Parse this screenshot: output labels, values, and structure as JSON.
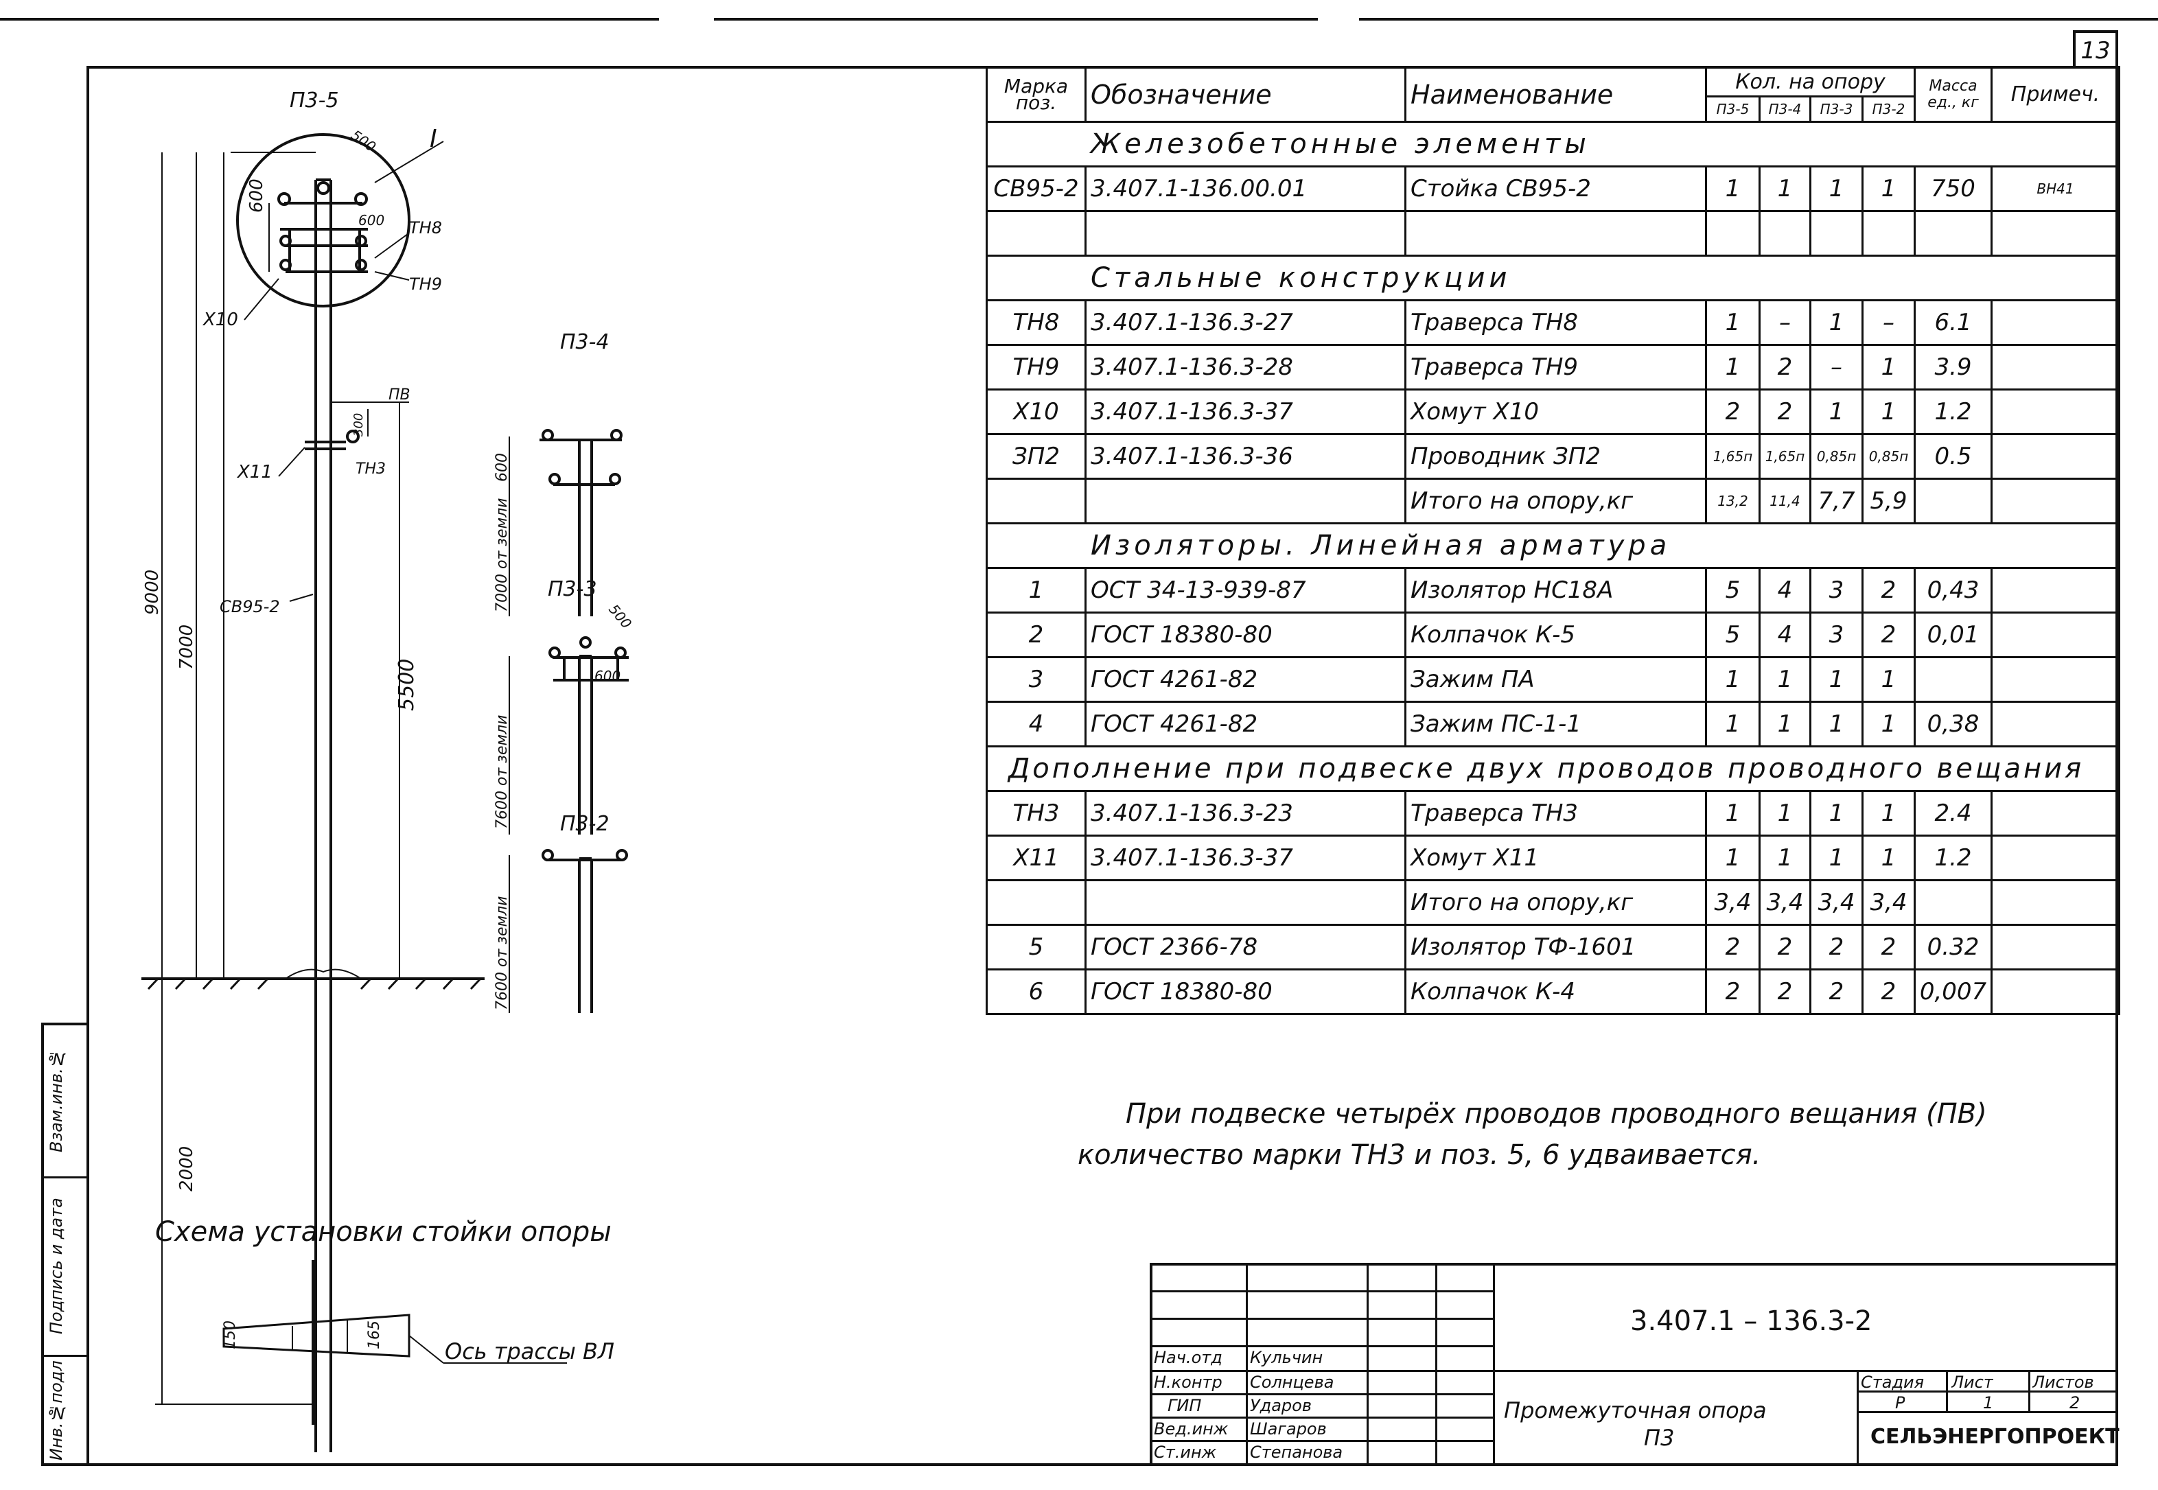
{
  "sheet_number": "13",
  "table": {
    "headers": {
      "mark": "Марка поз.",
      "designation": "Обозначение",
      "name": "Наименование",
      "qty": "Кол. на опору",
      "mass": "Масса ед., кг",
      "note": "Примеч."
    },
    "qty_columns": [
      "П3-5",
      "П3-4",
      "П3-3",
      "П3-2"
    ],
    "sections": [
      {
        "title": "Железобетонные элементы",
        "full": false,
        "rows": [
          {
            "mark": "СВ95-2",
            "designation": "3.407.1-136.00.01",
            "name": "Стойка СВ95-2",
            "q1": "1",
            "q2": "1",
            "q3": "1",
            "q4": "1",
            "mass": "750",
            "note": "ВН41"
          },
          {
            "mark": "",
            "designation": "",
            "name": "",
            "q1": "",
            "q2": "",
            "q3": "",
            "q4": "",
            "mass": "",
            "note": ""
          }
        ]
      },
      {
        "title": "Стальные конструкции",
        "full": false,
        "rows": [
          {
            "mark": "ТН8",
            "designation": "3.407.1-136.3-27",
            "name": "Траверса ТН8",
            "q1": "1",
            "q2": "–",
            "q3": "1",
            "q4": "–",
            "mass": "6.1",
            "note": ""
          },
          {
            "mark": "ТН9",
            "designation": "3.407.1-136.3-28",
            "name": "Траверса ТН9",
            "q1": "1",
            "q2": "2",
            "q3": "–",
            "q4": "1",
            "mass": "3.9",
            "note": ""
          },
          {
            "mark": "Х10",
            "designation": "3.407.1-136.3-37",
            "name": "Хомут Х10",
            "q1": "2",
            "q2": "2",
            "q3": "1",
            "q4": "1",
            "mass": "1.2",
            "note": ""
          },
          {
            "mark": "ЗП2",
            "designation": "3.407.1-136.3-36",
            "name": "Проводник ЗП2",
            "q1": "1,65п",
            "q2": "1,65п",
            "q3": "0,85п",
            "q4": "0,85п",
            "mass": "0.5",
            "note": ""
          },
          {
            "mark": "",
            "designation": "",
            "name": "Итого на опору,кг",
            "q1": "13,2",
            "q2": "11,4",
            "q3": "7,7",
            "q4": "5,9",
            "mass": "",
            "note": ""
          }
        ]
      },
      {
        "title": "Изоляторы. Линейная арматура",
        "full": false,
        "rows": [
          {
            "mark": "1",
            "designation": "ОСТ 34-13-939-87",
            "name": "Изолятор НС18А",
            "q1": "5",
            "q2": "4",
            "q3": "3",
            "q4": "2",
            "mass": "0,43",
            "note": ""
          },
          {
            "mark": "2",
            "designation": "ГОСТ 18380-80",
            "name": "Колпачок К-5",
            "q1": "5",
            "q2": "4",
            "q3": "3",
            "q4": "2",
            "mass": "0,01",
            "note": ""
          },
          {
            "mark": "3",
            "designation": "ГОСТ 4261-82",
            "name": "Зажим ПА",
            "q1": "1",
            "q2": "1",
            "q3": "1",
            "q4": "1",
            "mass": "",
            "note": ""
          },
          {
            "mark": "4",
            "designation": "ГОСТ 4261-82",
            "name": "Зажим ПС-1-1",
            "q1": "1",
            "q2": "1",
            "q3": "1",
            "q4": "1",
            "mass": "0,38",
            "note": ""
          }
        ]
      },
      {
        "title": "Дополнение при подвеске двух проводов проводного вещания",
        "full": true,
        "rows": [
          {
            "mark": "ТН3",
            "designation": "3.407.1-136.3-23",
            "name": "Траверса ТН3",
            "q1": "1",
            "q2": "1",
            "q3": "1",
            "q4": "1",
            "mass": "2.4",
            "note": ""
          },
          {
            "mark": "Х11",
            "designation": "3.407.1-136.3-37",
            "name": "Хомут Х11",
            "q1": "1",
            "q2": "1",
            "q3": "1",
            "q4": "1",
            "mass": "1.2",
            "note": ""
          },
          {
            "mark": "",
            "designation": "",
            "name": "Итого на опору,кг",
            "q1": "3,4",
            "q2": "3,4",
            "q3": "3,4",
            "q4": "3,4",
            "mass": "",
            "note": ""
          },
          {
            "mark": "5",
            "designation": "ГОСТ 2366-78",
            "name": "Изолятор ТФ-1601",
            "q1": "2",
            "q2": "2",
            "q3": "2",
            "q4": "2",
            "mass": "0.32",
            "note": ""
          },
          {
            "mark": "6",
            "designation": "ГОСТ 18380-80",
            "name": "Колпачок К-4",
            "q1": "2",
            "q2": "2",
            "q3": "2",
            "q4": "2",
            "mass": "0,007",
            "note": ""
          }
        ]
      }
    ]
  },
  "note_line1": "При подвеске четырёх проводов проводного вещания (ПВ)",
  "note_line2": "количество марки ТН3 и поз. 5, 6 удваивается.",
  "drawing": {
    "main_label": "П3-5",
    "callout": "I",
    "dims": {
      "d500": "500",
      "d600": "600",
      "d9000": "9000",
      "d7000": "7000",
      "d5500": "5500",
      "d2000": "2000",
      "d300": "300",
      "d150": "150",
      "d165": "165"
    },
    "labels": {
      "th8": "ТН8",
      "th9": "ТН9",
      "x10": "Х10",
      "x11": "Х11",
      "th3": "ТН3",
      "pv": "ПВ",
      "sv952": "СВ95-2"
    },
    "p34": {
      "title": "П3-4",
      "dim": "7000 от земли",
      "d600": "600"
    },
    "p33": {
      "title": "П3-3",
      "dim": "7600 от земли",
      "d500": "500",
      "d600": "600"
    },
    "p32": {
      "title": "П3-2",
      "dim": "7600 от земли"
    },
    "schema_title": "Схема установки стойки опоры",
    "axis_label": "Ось трассы ВЛ"
  },
  "title_block": {
    "code": "3.407.1 – 136.3-2",
    "title_line1": "Промежуточная опора",
    "title_line2": "П3",
    "stage_label": "Стадия",
    "sheet_label": "Лист",
    "sheets_label": "Листов",
    "stage": "Р",
    "sheet": "1",
    "sheets": "2",
    "org": "СЕЛЬЭНЕРГОПРОЕКТ",
    "people": [
      {
        "role": "Нач.отд",
        "name": "Кульчин"
      },
      {
        "role": "Н.контр",
        "name": "Солнцева"
      },
      {
        "role": "ГИП",
        "name": "Ударов"
      },
      {
        "role": "Вед.инж",
        "name": "Шагаров"
      },
      {
        "role": "Ст.инж",
        "name": "Степанова"
      }
    ]
  },
  "stamp": {
    "inv_orig": "Инв.№подл",
    "sign_date": "Подпись и дата",
    "inv_repl": "Взам.инв.№"
  }
}
